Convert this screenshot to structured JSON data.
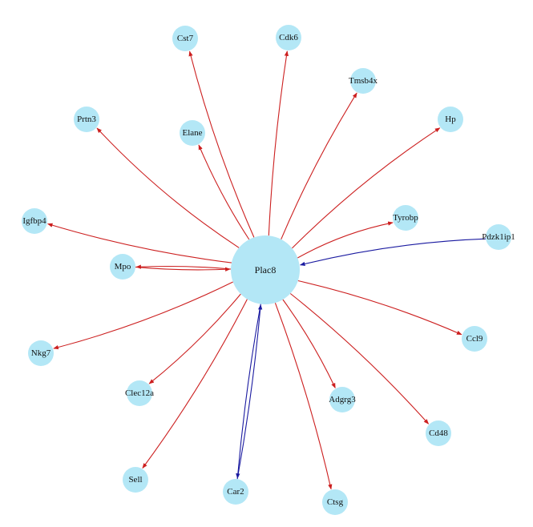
{
  "graph": {
    "hub": "Plac8",
    "nodes": [
      "Plac8",
      "Cst7",
      "Cdk6",
      "Tmsb4x",
      "Hp",
      "Prtn3",
      "Elane",
      "Igfbp4",
      "Tyrobp",
      "Pdzk1ip1",
      "Mpo",
      "Ccl9",
      "Nkg7",
      "Clec12a",
      "Adgrg3",
      "Cd48",
      "Sell",
      "Car2",
      "Ctsg"
    ],
    "edges": [
      {
        "source": "Plac8",
        "target": "Cst7",
        "color": "#cc1f1f"
      },
      {
        "source": "Plac8",
        "target": "Cdk6",
        "color": "#cc1f1f"
      },
      {
        "source": "Plac8",
        "target": "Tmsb4x",
        "color": "#cc1f1f"
      },
      {
        "source": "Plac8",
        "target": "Hp",
        "color": "#cc1f1f"
      },
      {
        "source": "Plac8",
        "target": "Prtn3",
        "color": "#cc1f1f"
      },
      {
        "source": "Plac8",
        "target": "Elane",
        "color": "#cc1f1f"
      },
      {
        "source": "Plac8",
        "target": "Igfbp4",
        "color": "#cc1f1f"
      },
      {
        "source": "Plac8",
        "target": "Tyrobp",
        "color": "#cc1f1f"
      },
      {
        "source": "Pdzk1ip1",
        "target": "Plac8",
        "color": "#1a1aa0"
      },
      {
        "source": "Plac8",
        "target": "Mpo",
        "color": "#cc1f1f"
      },
      {
        "source": "Mpo",
        "target": "Plac8",
        "color": "#cc1f1f"
      },
      {
        "source": "Plac8",
        "target": "Ccl9",
        "color": "#cc1f1f"
      },
      {
        "source": "Plac8",
        "target": "Nkg7",
        "color": "#cc1f1f"
      },
      {
        "source": "Plac8",
        "target": "Clec12a",
        "color": "#cc1f1f"
      },
      {
        "source": "Plac8",
        "target": "Adgrg3",
        "color": "#cc1f1f"
      },
      {
        "source": "Plac8",
        "target": "Cd48",
        "color": "#cc1f1f"
      },
      {
        "source": "Plac8",
        "target": "Sell",
        "color": "#cc1f1f"
      },
      {
        "source": "Plac8",
        "target": "Car2",
        "color": "#1a1aa0"
      },
      {
        "source": "Car2",
        "target": "Plac8",
        "color": "#1a1aa0"
      },
      {
        "source": "Plac8",
        "target": "Ctsg",
        "color": "#cc1f1f"
      }
    ]
  },
  "colors": {
    "node_fill": "#b3e7f6",
    "activation_edge": "#cc1f1f",
    "inhibition_edge": "#1a1aa0"
  }
}
